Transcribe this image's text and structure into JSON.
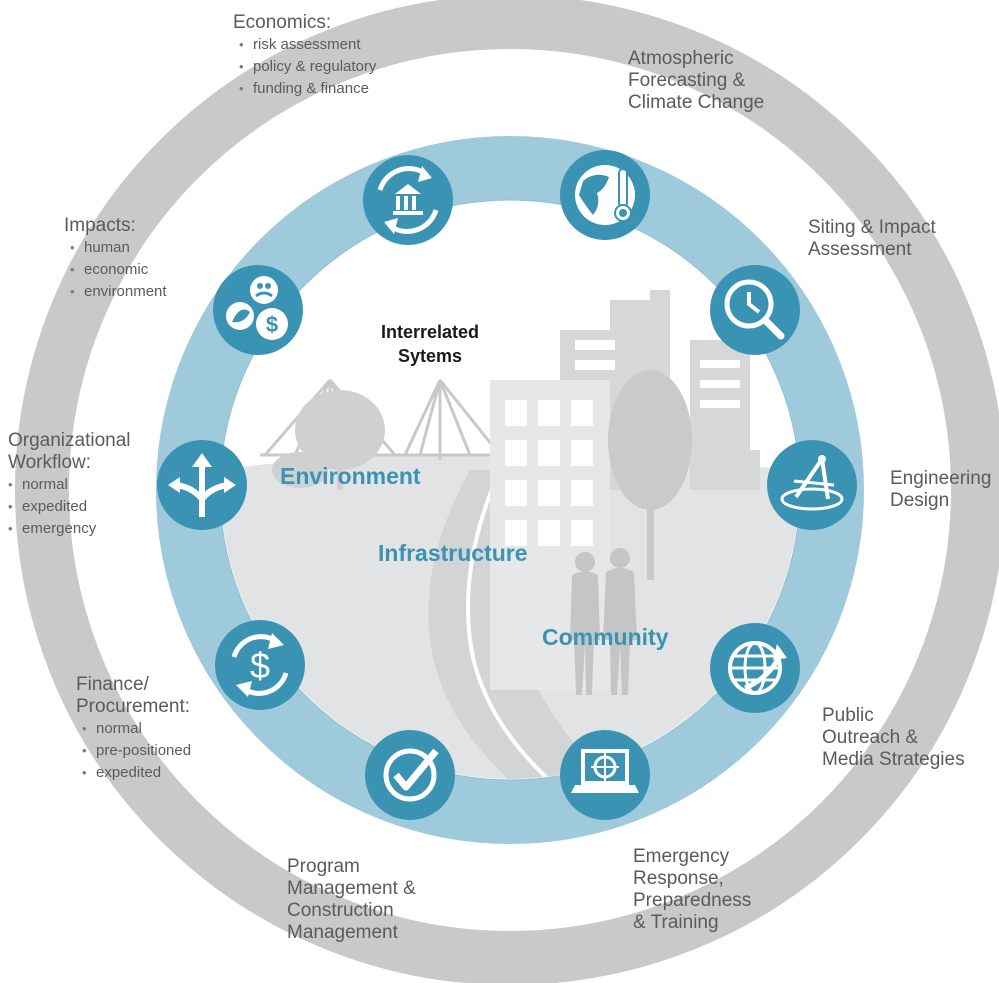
{
  "center": {
    "title_line1": "Interrelated",
    "title_line2": "Sytems"
  },
  "systems": {
    "environment": "Environment",
    "infrastructure": "Infrastructure",
    "community": "Community"
  },
  "colors": {
    "outer_ring": "#c9c9ca",
    "inner_ring": "#9ecadb",
    "icon_fill": "#3a93b3",
    "text": "#5b5b5b",
    "accent_text": "#3a93b3"
  },
  "labels": {
    "economics": {
      "title": [
        "Economics:"
      ],
      "bullets": [
        "risk assessment",
        "policy & regulatory",
        "funding & finance"
      ]
    },
    "atmospheric": {
      "title": [
        "Atmospheric",
        "Forecasting &",
        "Climate Change"
      ]
    },
    "siting": {
      "title": [
        "Siting & Impact",
        "Assessment"
      ]
    },
    "engineering": {
      "title": [
        "Engineering",
        "Design"
      ]
    },
    "outreach": {
      "title": [
        "Public",
        "Outreach &",
        "Media Strategies"
      ]
    },
    "emergency": {
      "title": [
        "Emergency",
        "Response,",
        "Preparedness",
        "& Training"
      ]
    },
    "program": {
      "title": [
        "Program",
        "Management &",
        "Construction",
        "Management"
      ]
    },
    "finance": {
      "title": [
        "Finance/",
        "Procurement:"
      ],
      "bullets": [
        "normal",
        "pre-positioned",
        "expedited"
      ]
    },
    "workflow": {
      "title": [
        "Organizational",
        "Workflow:"
      ],
      "bullets": [
        "normal",
        "expedited",
        "emergency"
      ]
    },
    "impacts": {
      "title": [
        "Impacts:"
      ],
      "bullets": [
        "human",
        "economic",
        "environment"
      ]
    }
  },
  "icons": [
    {
      "name": "government-cycle-icon"
    },
    {
      "name": "climate-globe-icon"
    },
    {
      "name": "assessment-magnifier-icon"
    },
    {
      "name": "compass-design-icon"
    },
    {
      "name": "globe-arrow-icon"
    },
    {
      "name": "laptop-target-icon"
    },
    {
      "name": "checkmark-clock-icon"
    },
    {
      "name": "dollar-cycle-icon"
    },
    {
      "name": "branching-arrows-icon"
    },
    {
      "name": "impacts-cluster-icon"
    }
  ]
}
